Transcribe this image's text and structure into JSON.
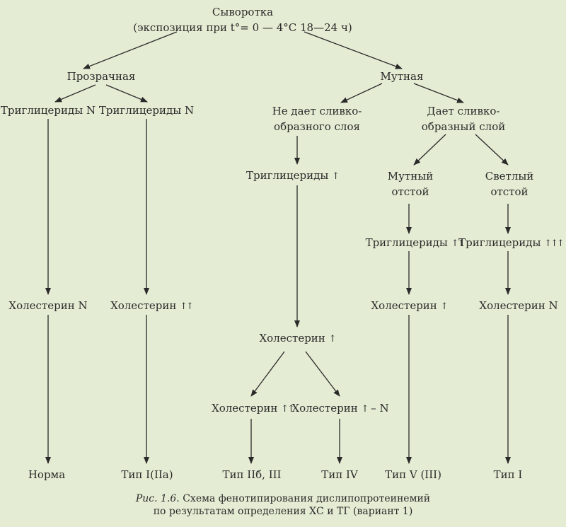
{
  "nodes": {
    "root": {
      "line1": "Сыворотка",
      "line2": "(экспозиция при t°= 0 — 4°С 18—24 ч)"
    },
    "clear": "Прозрачная",
    "cloudy": "Мутная",
    "tg_n_1": "Триглицериды N",
    "tg_n_2": "Триглицериды N",
    "no_cream": {
      "line1": "Не дает сливко-",
      "line2": "образного слоя"
    },
    "cream": {
      "line1": "Дает сливко-",
      "line2": "образный слой"
    },
    "tg_up": {
      "text": "Триглицериды",
      "arrows": "↑"
    },
    "cloudy_sediment": {
      "line1": "Мутный",
      "line2": "отстой"
    },
    "clear_sediment": {
      "line1": "Светлый",
      "line2": "отстой"
    },
    "tg_upup": {
      "text": "Триглицериды",
      "arrows": "↑↑"
    },
    "tg_upupup": {
      "text": "Триглицериды",
      "arrows": "↑↑↑"
    },
    "chol_n_1": "Холестерин N",
    "chol_upup_1": {
      "text": "Холестерин",
      "arrows": "↑↑"
    },
    "chol_up_center": {
      "text": "Холестерин",
      "arrows": "↑"
    },
    "chol_up_right": {
      "text": "Холестерин",
      "arrows": "↑"
    },
    "chol_n_2": "Холестерин N",
    "chol_upup_2": {
      "text": "Холестерин",
      "arrows": "↑↑"
    },
    "chol_up_n": {
      "text": "Холестерин",
      "arrows": "↑",
      "suffix": "– N"
    },
    "norm": "Норма",
    "type_1_2a": "Тип I(IIa)",
    "type_2b_3": "Тип IIб, III",
    "type_4": "Тип IV",
    "type_5_3": "Тип V (III)",
    "type_1": "Тип I"
  },
  "caption": {
    "prefix": "Рис. 1.6.",
    "line1": "Схема фенотипирования дислипопротеинемий",
    "line2": "по результатам определения ХС и ТГ (вариант 1)"
  },
  "colors": {
    "background": "#e4ecd3",
    "ink": "#2a2a2a"
  }
}
